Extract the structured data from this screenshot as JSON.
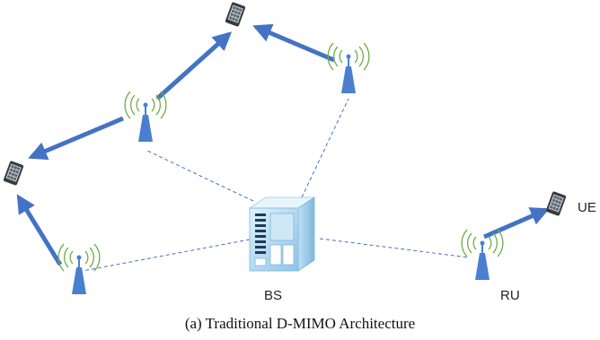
{
  "labels": {
    "ue": "UE",
    "bs": "BS",
    "ru": "RU"
  },
  "caption": "(a) Traditional D-MIMO Architecture",
  "colors": {
    "arrow": "#4472C4",
    "link": "#4472C4",
    "tower": "#4A7FD0",
    "signal": "#70AD47"
  }
}
